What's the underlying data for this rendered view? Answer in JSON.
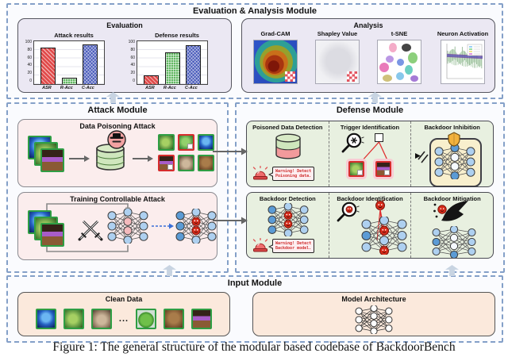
{
  "caption": "Figure 1: The general structure of the modular based codebase of BackdoorBench",
  "modules": {
    "evaluation_analysis": {
      "title": "Evaluation & Analysis Module"
    },
    "attack": {
      "title": "Attack Module"
    },
    "defense": {
      "title": "Defense Module"
    },
    "input": {
      "title": "Input Module"
    }
  },
  "evaluation": {
    "title": "Evaluation"
  },
  "analysis": {
    "title": "Analysis",
    "items": [
      {
        "label": "Grad-CAM"
      },
      {
        "label": "Shapley Value"
      },
      {
        "label": "t-SNE"
      },
      {
        "label": "Neuron Activation"
      }
    ]
  },
  "attack": {
    "data_poisoning": {
      "title": "Data Poisoning Attack"
    },
    "training_controllable": {
      "title": "Training Controllable Attack"
    }
  },
  "defense": {
    "cells": [
      {
        "title": "Poisoned Data Detection"
      },
      {
        "title": "Trigger Identification"
      },
      {
        "title": "Backdoor Inhibition"
      },
      {
        "title": "Backdoor Detection"
      },
      {
        "title": "Backdoor Identification"
      },
      {
        "title": "Backdoor Mitigation"
      }
    ],
    "warning_poisoning": {
      "line1": "Warning! Detect",
      "line2": "Poisoning data."
    },
    "warning_backdoor": {
      "line1": "Warning! Detect",
      "line2": "Backdoor model."
    }
  },
  "input": {
    "clean_data": {
      "title": "Clean Data",
      "ellipsis": "..."
    },
    "model_architecture": {
      "title": "Model Architecture"
    }
  },
  "chart_data": [
    {
      "type": "bar",
      "title": "Attack results",
      "categories": [
        "ASR",
        "R-Acc",
        "C-Acc"
      ],
      "values": [
        85,
        15,
        92
      ],
      "ylim": [
        0,
        100
      ],
      "yticks": [
        0,
        20,
        40,
        60,
        80,
        100
      ],
      "bar_colors": [
        "#e04848",
        "#62b862",
        "#4355b8"
      ],
      "grid": true,
      "legend": false
    },
    {
      "type": "bar",
      "title": "Defense results",
      "categories": [
        "ASR",
        "R-Acc",
        "C-Acc"
      ],
      "values": [
        20,
        75,
        90
      ],
      "ylim": [
        0,
        100
      ],
      "yticks": [
        0,
        20,
        40,
        60,
        80,
        100
      ],
      "bar_colors": [
        "#e04848",
        "#62b862",
        "#4355b8"
      ],
      "grid": true,
      "legend": false
    }
  ],
  "icons": {
    "database-icon": "cylinder",
    "attacker-icon": "spy-badge",
    "arrow-right-icon": "right-arrow",
    "up-arrow-icon": "block-up-arrow",
    "crossed-swords-icon": "crossed-swords",
    "neural-network-icon": "node-graph",
    "devil-icon": "devil-face",
    "magnifier-icon": "magnifying-glass",
    "trigger-patch-icon": "white-square",
    "siren-icon": "alarm-siren",
    "shield-icon": "shield",
    "deflect-icon": "double-slash",
    "broom-icon": "sweeping-broom",
    "ellipsis-icon": "..."
  },
  "colors": {
    "module_border": "#84a0c8",
    "evaluation_panel_bg": "#ebe8f3",
    "attack_panel_bg": "#fbeded",
    "defense_panel_bg": "#e8f0e0",
    "input_panel_bg": "#fbe9dc",
    "clean_border": "#2f9e44",
    "poisoned_border": "#d62c2c",
    "warning_text": "#d03030",
    "bar_red": "#e04848",
    "bar_green": "#62b862",
    "bar_blue": "#4355b8",
    "devil_red": "#d62b1a",
    "dashed_arrow_blue": "#3a6fd8"
  }
}
